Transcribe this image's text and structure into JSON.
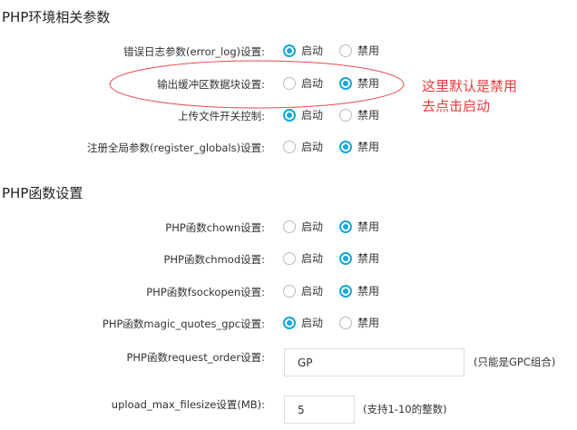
{
  "section1": {
    "title": "PHP环境相关参数",
    "rows": [
      {
        "label": "错误日志参数(error_log)设置:",
        "on": "启动",
        "off": "禁用",
        "selected": "on"
      },
      {
        "label": "输出缓冲区数据块设置:",
        "on": "启动",
        "off": "禁用",
        "selected": "off"
      },
      {
        "label": "上传文件开关控制:",
        "on": "启动",
        "off": "禁用",
        "selected": "on"
      },
      {
        "label": "注册全局参数(register_globals)设置:",
        "on": "启动",
        "off": "禁用",
        "selected": "off"
      }
    ]
  },
  "annotation": {
    "line1": "这里默认是禁用",
    "line2": "去点击启动",
    "color": "#ee3b3b"
  },
  "section2": {
    "title": "PHP函数设置",
    "rows": [
      {
        "label": "PHP函数chown设置:",
        "on": "启动",
        "off": "禁用",
        "selected": "off"
      },
      {
        "label": "PHP函数chmod设置:",
        "on": "启动",
        "off": "禁用",
        "selected": "off"
      },
      {
        "label": "PHP函数fsockopen设置:",
        "on": "启动",
        "off": "禁用",
        "selected": "off"
      },
      {
        "label": "PHP函数magic_quotes_gpc设置:",
        "on": "启动",
        "off": "禁用",
        "selected": "on"
      }
    ],
    "request_order": {
      "label": "PHP函数request_order设置:",
      "value": "GP",
      "note": "(只能是GPC组合)"
    },
    "upload_max": {
      "label": "upload_max_filesize设置(MB):",
      "value": "5",
      "note": "(支持1-10的整数)"
    }
  },
  "accent": "#12a8d8"
}
